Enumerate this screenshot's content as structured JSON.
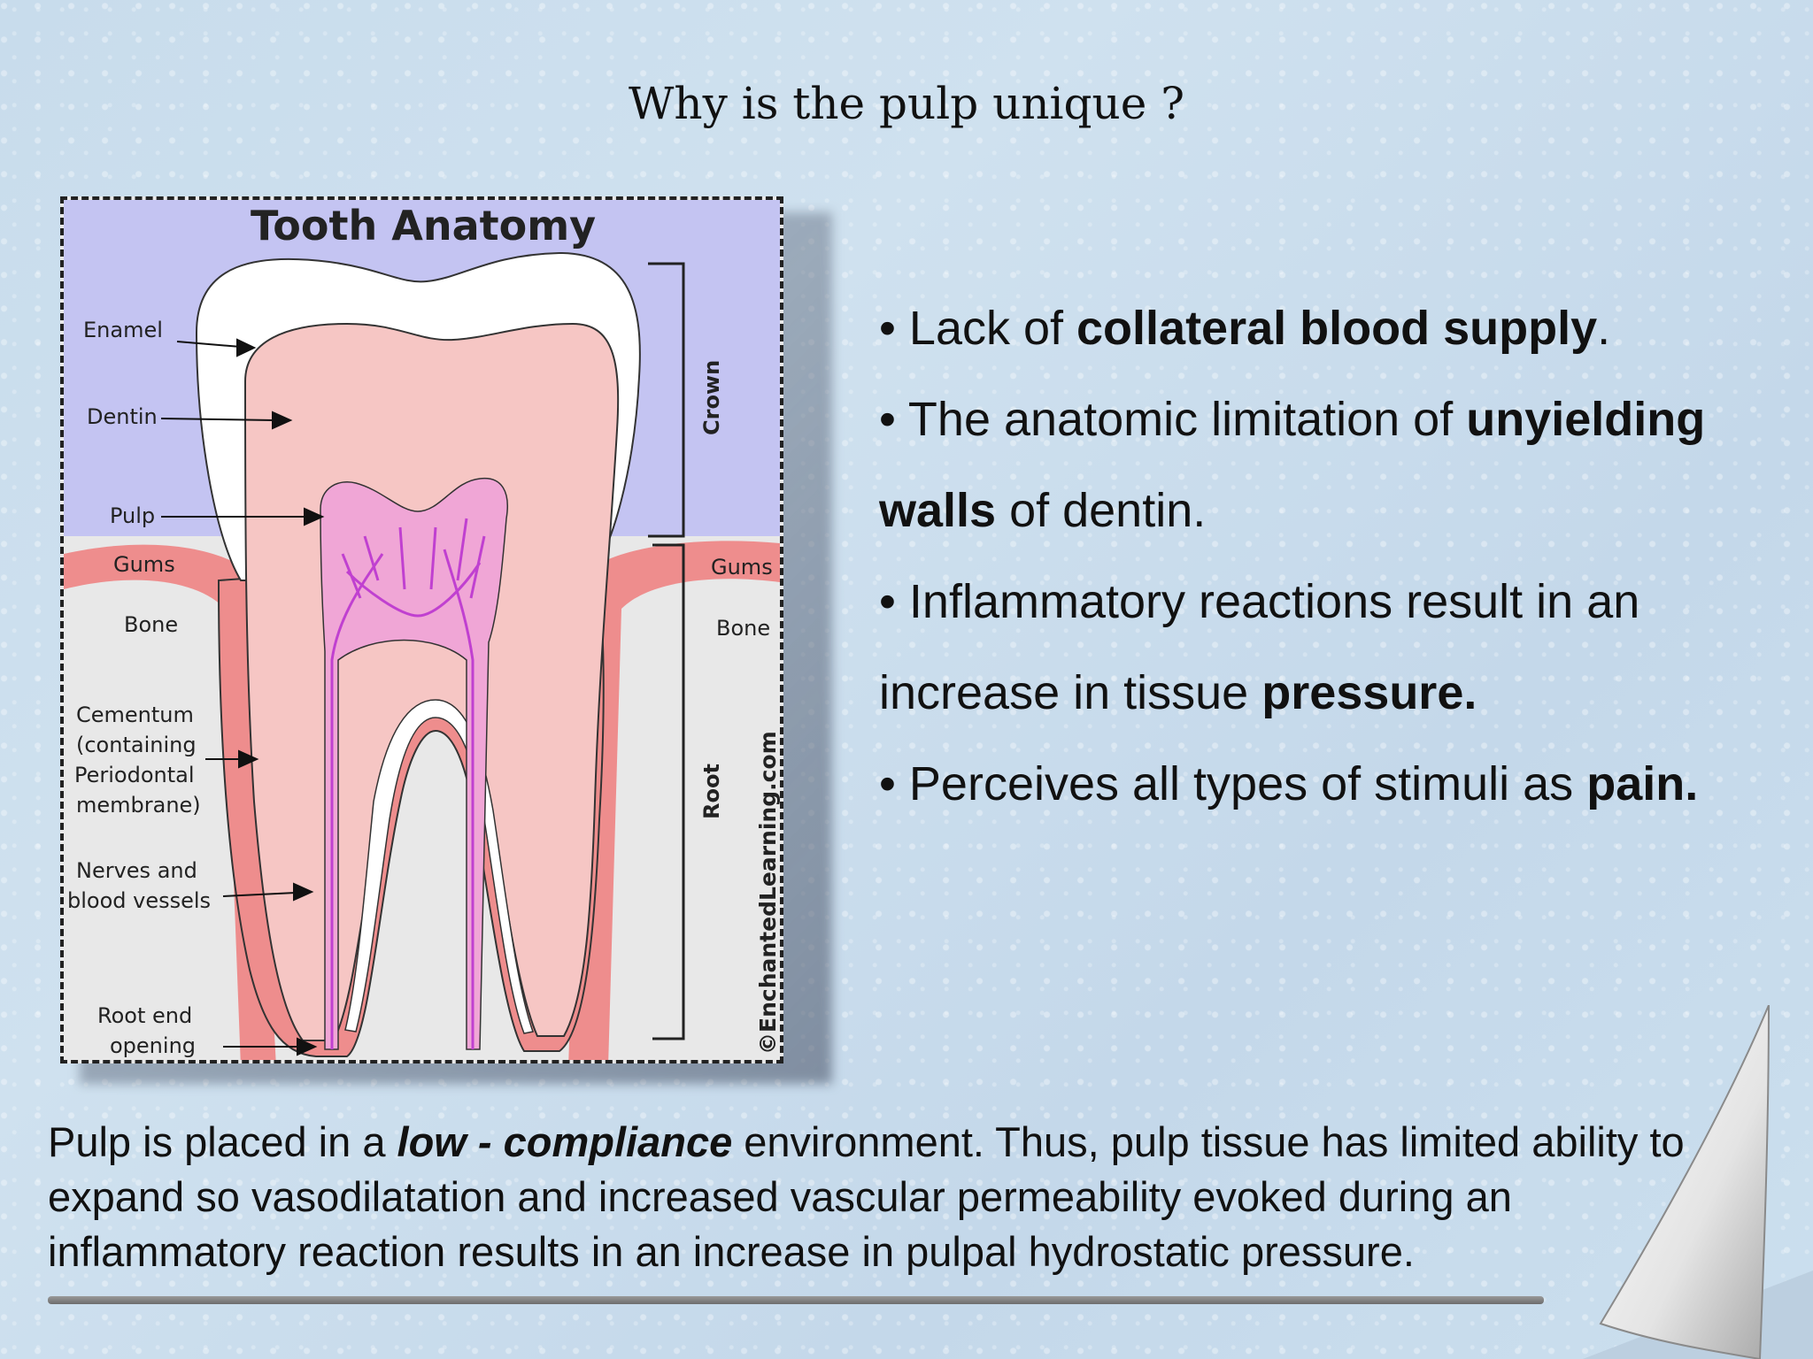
{
  "title": "Why is the pulp unique ?",
  "figure": {
    "heading": "Tooth Anatomy",
    "labels": {
      "enamel": "Enamel",
      "dentin": "Dentin",
      "pulp": "Pulp",
      "gums_left": "Gums",
      "gums_right": "Gums",
      "bone_left": "Bone",
      "bone_right": "Bone",
      "cementum_1": "Cementum",
      "cementum_2": "(containing",
      "cementum_3": "Periodontal",
      "cementum_4": "membrane)",
      "nerves_1": "Nerves and",
      "nerves_2": "blood vessels",
      "root_end_1": "Root end",
      "root_end_2": "opening",
      "crown": "Crown",
      "root": "Root",
      "credit": "©EnchantedLearning.com"
    }
  },
  "bullets": [
    {
      "pre": "• Lack of ",
      "bold": "collateral blood supply",
      "post": "."
    },
    {
      "pre": "• The anatomic limitation of ",
      "bold": "unyielding",
      "post": ""
    },
    {
      "pre": "",
      "bold": "walls",
      "post": " of dentin."
    },
    {
      "pre": "• Inflammatory reactions result in an",
      "bold": "",
      "post": ""
    },
    {
      "pre": "increase in tissue ",
      "bold": "pressure.",
      "post": ""
    },
    {
      "pre": "• Perceives all types of stimuli as ",
      "bold": "pain.",
      "post": ""
    }
  ],
  "paragraph": {
    "pre": "Pulp is placed in a ",
    "emph": "low - compliance",
    "post": "  environment. Thus, pulp tissue has limited ability to expand so vasodilatation and increased vascular permeability evoked during an inflammatory reaction results in an increase in pulpal hydrostatic pressure."
  },
  "colors": {
    "sky": "#c4c4f2",
    "enamel": "#ffffff",
    "dentin": "#f6c6c4",
    "pulp": "#f0a6d6",
    "gums": "#ee8d8d",
    "bone": "#e8e8e8",
    "nerve": "#c040d0"
  }
}
